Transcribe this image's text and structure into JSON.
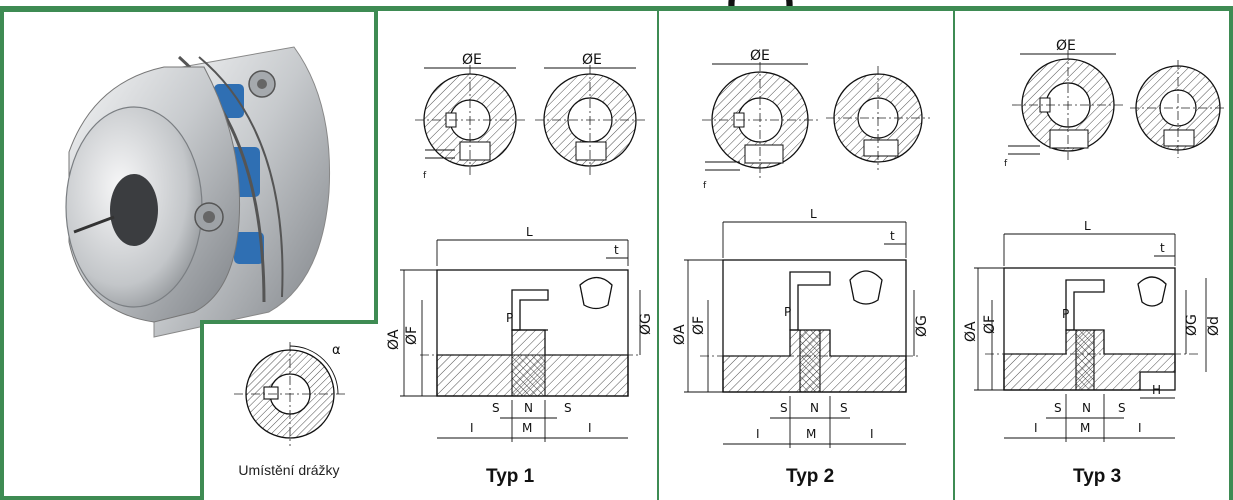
{
  "header": {
    "title_fragment": "(...)"
  },
  "photo_panel": {
    "keyway_inset": {
      "caption": "Umístění drážky",
      "angle_label": "α"
    }
  },
  "types": [
    {
      "label": "Typ 1",
      "section_labels": {
        "e1": "ØE",
        "e2": "ØE",
        "f": "f"
      },
      "side_labels": {
        "l": "L",
        "t": "t",
        "a": "ØA",
        "f": "ØF",
        "g": "ØG",
        "p": "P",
        "s1": "S",
        "n": "N",
        "s2": "S",
        "i1": "I",
        "m": "M",
        "i2": "I"
      }
    },
    {
      "label": "Typ 2",
      "section_labels": {
        "e1": "ØE",
        "f": "f"
      },
      "side_labels": {
        "l": "L",
        "t": "t",
        "a": "ØA",
        "f": "ØF",
        "g": "ØG",
        "p": "P",
        "s1": "S",
        "n": "N",
        "s2": "S",
        "i1": "I",
        "m": "M",
        "i2": "I"
      }
    },
    {
      "label": "Typ 3",
      "section_labels": {
        "e1": "ØE",
        "f": "f"
      },
      "side_labels": {
        "l": "L",
        "t": "t",
        "a": "ØA",
        "f": "ØF",
        "g": "ØG",
        "d": "Ød",
        "p": "P",
        "s1": "S",
        "n": "N",
        "s2": "S",
        "i1": "I",
        "m": "M",
        "i2": "I",
        "h": "H"
      }
    }
  ],
  "colors": {
    "frame_green": "#3e8b53",
    "spider_blue": "#2f6fb3",
    "metal": "#c9ccd0"
  }
}
